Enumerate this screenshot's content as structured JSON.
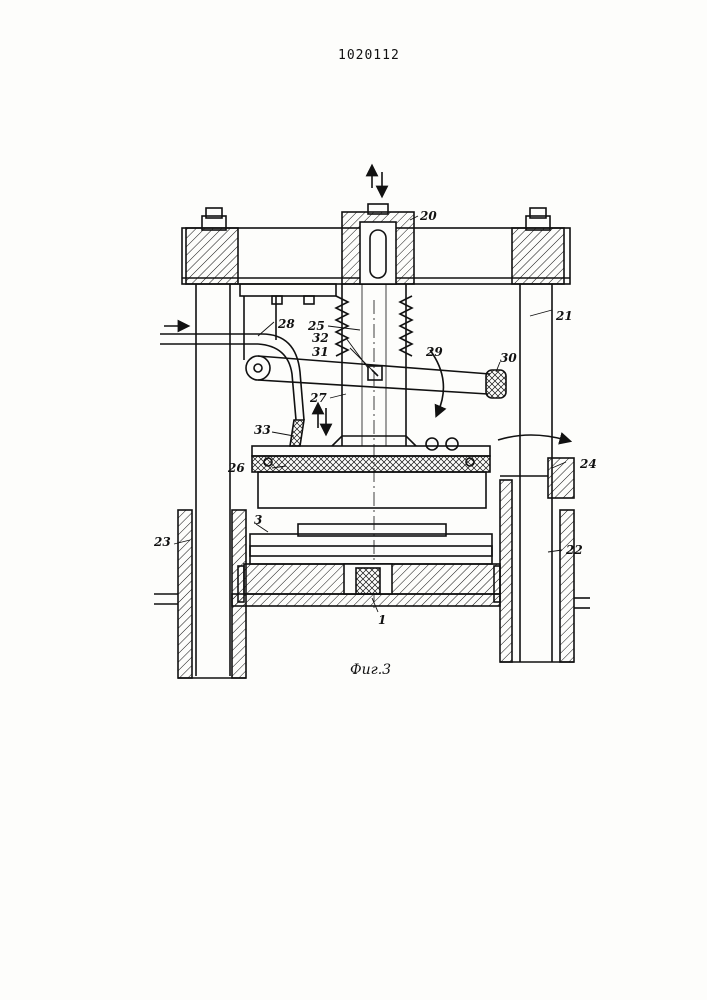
{
  "document": {
    "number": "1020112",
    "figure_caption": "Фиг.3"
  },
  "labels": {
    "l1": "1",
    "l3": "3",
    "l20": "20",
    "l21": "21",
    "l22": "22",
    "l23": "23",
    "l24": "24",
    "l25": "25",
    "l26": "26",
    "l27": "27",
    "l28": "28",
    "l29": "29",
    "l30": "30",
    "l31": "31",
    "l32": "32",
    "l33": "33"
  },
  "colors": {
    "ink": "#111111",
    "paper": "#fdfdfb"
  }
}
